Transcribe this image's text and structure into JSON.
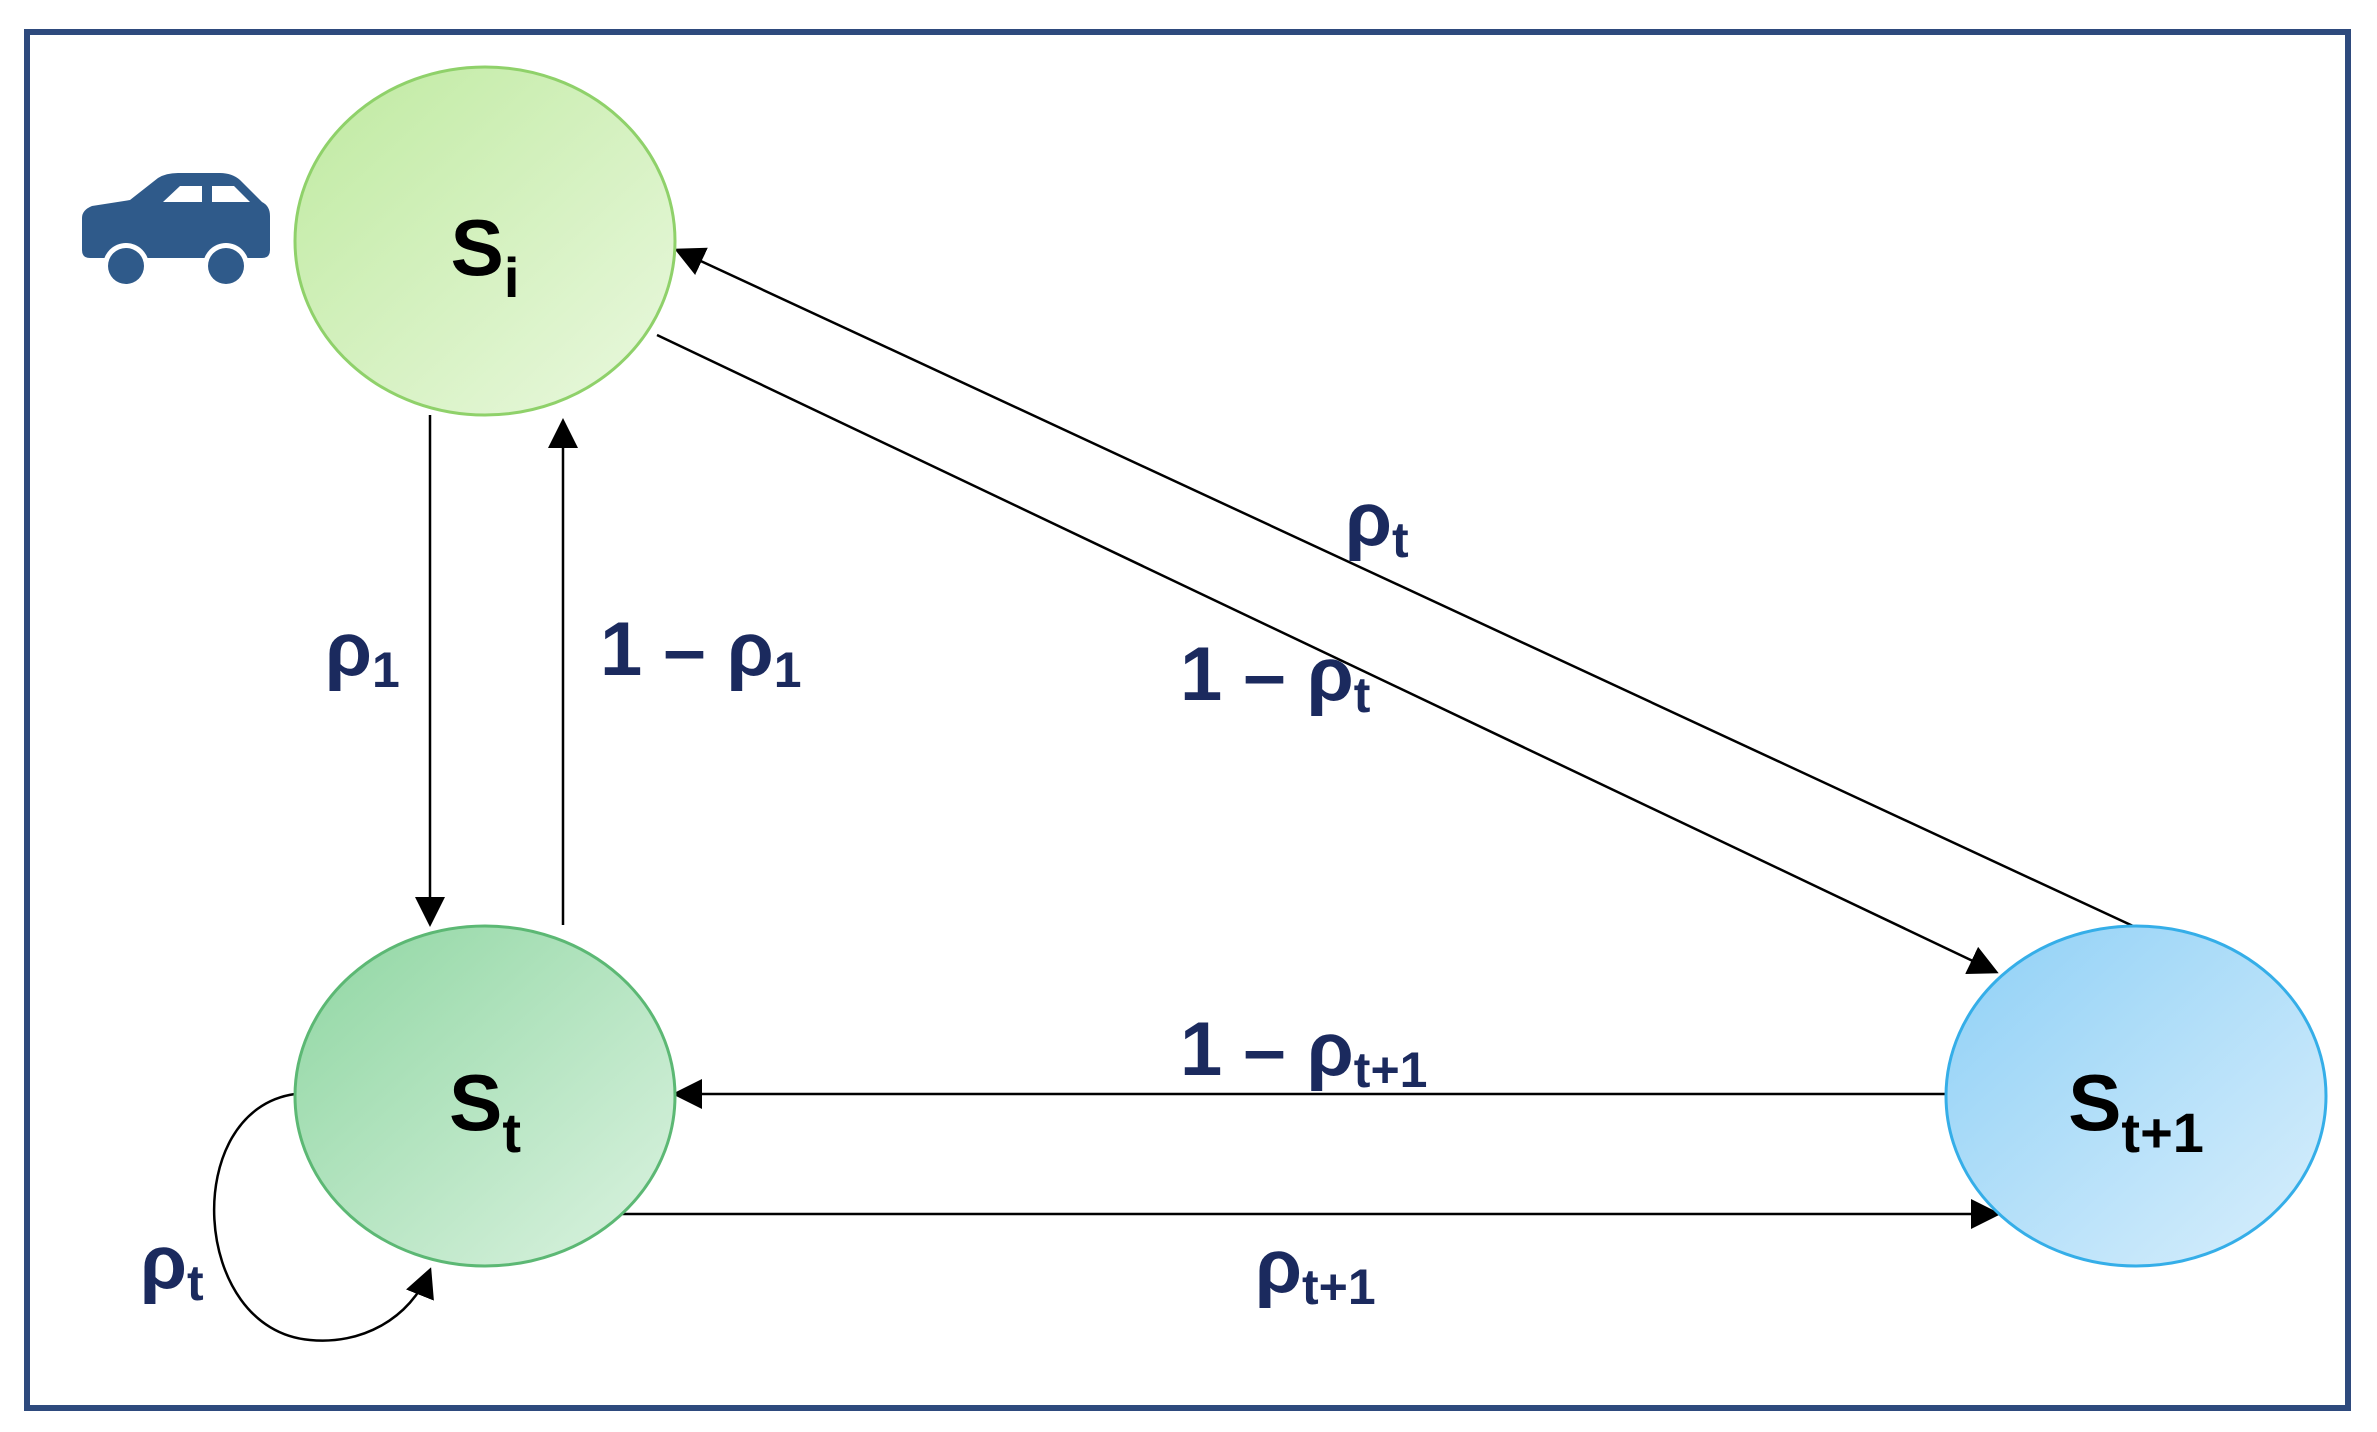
{
  "colors": {
    "frame": "#2e4a7d",
    "label": "#1b2a5e",
    "arrow": "#000000",
    "car": "#2f5a8a",
    "node_si_fill": "#ccefb0",
    "node_si_stroke": "#8fd16a",
    "node_st_fill": "#a9e0b5",
    "node_st_stroke": "#5cb874",
    "node_st1_fill": "#a8d8f7",
    "node_st1_stroke": "#35aee8"
  },
  "icons": {
    "vehicle": "car-icon"
  },
  "nodes": {
    "si": {
      "main": "S",
      "sub": "i"
    },
    "st": {
      "main": "S",
      "sub": "t"
    },
    "st1": {
      "main": "S",
      "sub": "t+1"
    }
  },
  "edges": {
    "si_to_st": {
      "main": "ρ",
      "sub": "1"
    },
    "st_to_si": {
      "main": "1 – ρ",
      "sub": "1"
    },
    "st1_to_si": {
      "main": "ρ",
      "sub": "t"
    },
    "si_to_st1": {
      "main": "1 – ρ",
      "sub": "t"
    },
    "st1_to_st": {
      "main": "1 – ρ",
      "sub": "t+1"
    },
    "st_to_st1": {
      "main": "ρ",
      "sub": "t+1"
    },
    "st_self": {
      "main": "ρ",
      "sub": "t"
    }
  }
}
